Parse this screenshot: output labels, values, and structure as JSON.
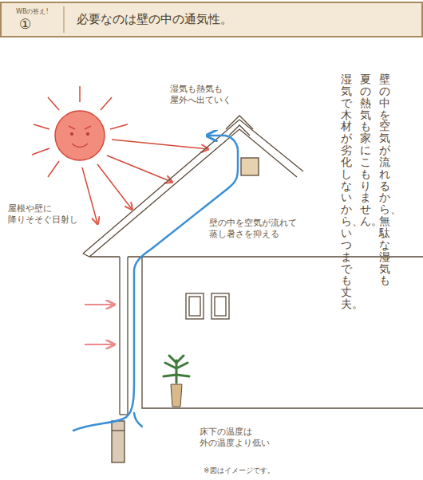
{
  "diagram": {
    "title": "必要なのは壁の中の通気性。",
    "labels": [
      "WBの答え!",
      "①",
      "壁の中を空気が流れるから、無駄な湿気も",
      "夏の熱気も家にこもりません。",
      "湿気で木材が劣化しないから、いつまでも丈夫。",
      "湿気も熱気も 屋外へ出ていく",
      "屋根や壁に 降りそそぐ日射し",
      "壁の中を空気が流れて 蒸し暑さを抑える",
      "床下の温度は 外の温度より低い",
      "※図はイメージです。"
    ]
  }
}
